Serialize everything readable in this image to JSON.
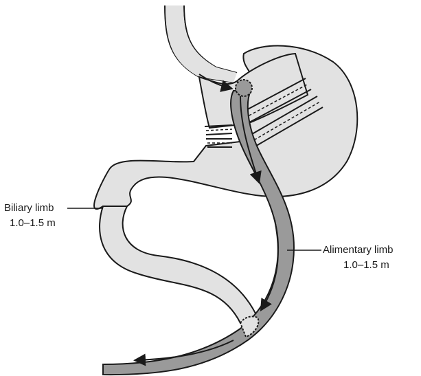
{
  "labels": {
    "biliary": {
      "name": "Biliary limb",
      "length": "1.0–1.5 m"
    },
    "alimentary": {
      "name": "Alimentary limb",
      "length": "1.0–1.5 m"
    }
  },
  "colors": {
    "outline": "#1a1a1a",
    "stomach_fill": "#e2e2e2",
    "alimentary_fill": "#9a9a9a",
    "background": "#ffffff"
  }
}
